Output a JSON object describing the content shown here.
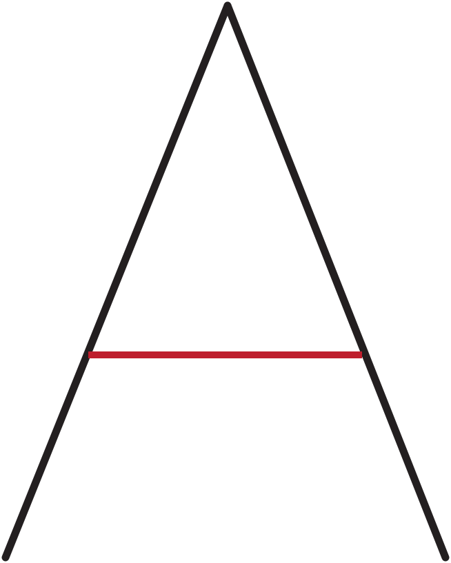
{
  "diagram": {
    "shape": "A-frame",
    "colors": {
      "background": "#ffffff",
      "legs": "#231f20",
      "crossbar": "#be1e2d"
    },
    "elements": [
      {
        "name": "left-leg",
        "color_key": "legs"
      },
      {
        "name": "right-leg",
        "color_key": "legs"
      },
      {
        "name": "crossbar",
        "color_key": "crossbar"
      }
    ]
  }
}
